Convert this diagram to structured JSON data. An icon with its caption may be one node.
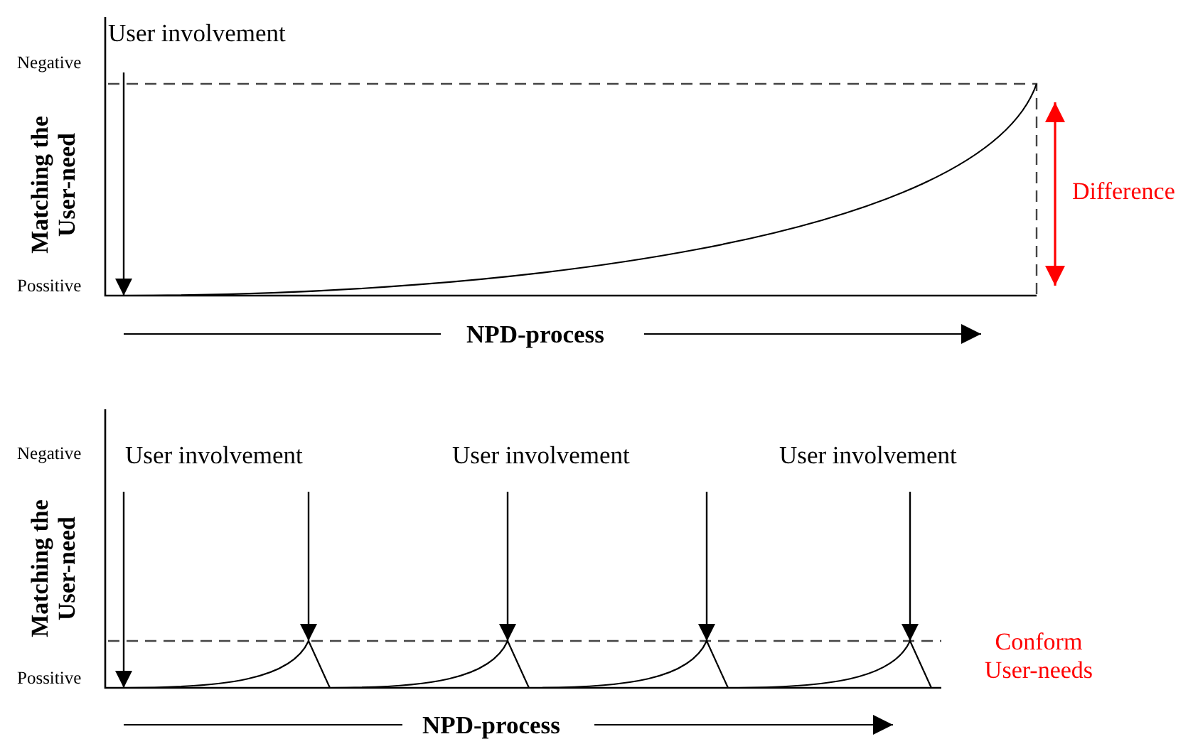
{
  "diagram": {
    "nodes": [
      {
        "text": [],
        "shape": "curve"
      },
      {
        "text": [],
        "shape": "curve"
      }
    ],
    "edges": [
      {
        "from": null,
        "to": 0,
        "arrow": "to"
      },
      {
        "from": null,
        "to": 1,
        "arrow": "to"
      },
      {
        "from": null,
        "to": 1,
        "arrow": "to"
      },
      {
        "from": null,
        "to": 1,
        "arrow": "to"
      },
      {
        "from": null,
        "to": 1,
        "arrow": "to"
      },
      {
        "from": null,
        "to": 1,
        "arrow": "to"
      }
    ],
    "labels": [
      "User involvement",
      "Negative",
      "Matching the User-need",
      "Possitive",
      "Difference",
      "NPD-process",
      "Negative",
      "User involvement",
      "User involvement",
      "User involvement",
      "Matching the User-need",
      "Conform User-needs",
      "Possitive",
      "NPD-process"
    ]
  }
}
